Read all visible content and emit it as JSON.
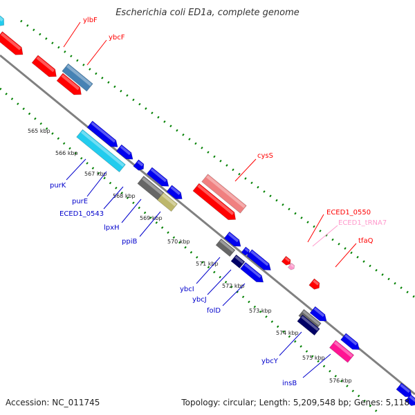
{
  "title": "Escherichia coli ED1a, complete genome",
  "footer": {
    "accession": "Accession: NC_011745",
    "summary": "Topology: circular; Length: 5,209,548 bp; Genes: 5,118"
  },
  "kbp_labels": [
    "565 kbp",
    "566 kbp",
    "567 kbp",
    "568 kbp",
    "569 kbp",
    "570 kbp",
    "571 kbp",
    "572 kbp",
    "573 kbp",
    "574 kbp",
    "575 kbp",
    "576 kbp"
  ],
  "labels_top": [
    "ylbF",
    "ybcF",
    "cysS",
    "ECED1_0550",
    "ECED1_tRNA7",
    "tfaQ"
  ],
  "labels_bottom": [
    "purK",
    "purE",
    "ECED1_0543",
    "lpxH",
    "ppiB",
    "ybcI",
    "ybcJ",
    "folD",
    "ybcY",
    "insB"
  ],
  "colors": {
    "red": "#ff0000",
    "pink": "#f08080",
    "steelblue": "#4682b4",
    "blue": "#0000ee",
    "cyan": "#22ccee",
    "navy": "#000066",
    "gray": "#666666",
    "khaki": "#bdb76b",
    "hotpink": "#ff1493",
    "trna": "#ff99cc",
    "backbone": "#808080",
    "grid": "#008000"
  }
}
